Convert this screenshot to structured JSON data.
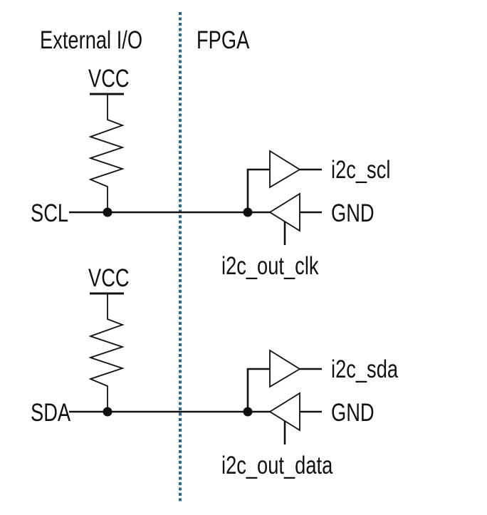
{
  "diagram": {
    "type": "I2C open-drain interface schematic",
    "regions": {
      "left_label": "External I/O",
      "right_label": "FPGA"
    },
    "colors": {
      "boundary": "#1c6a9c",
      "line": "#111111"
    },
    "channels": [
      {
        "id": "scl",
        "bus_label": "SCL",
        "pullup_supply": "VCC",
        "input_signal": "i2c_scl",
        "tristate_input": "GND",
        "output_enable": "i2c_out_clk"
      },
      {
        "id": "sda",
        "bus_label": "SDA",
        "pullup_supply": "VCC",
        "input_signal": "i2c_sda",
        "tristate_input": "GND",
        "output_enable": "i2c_out_data"
      }
    ]
  }
}
